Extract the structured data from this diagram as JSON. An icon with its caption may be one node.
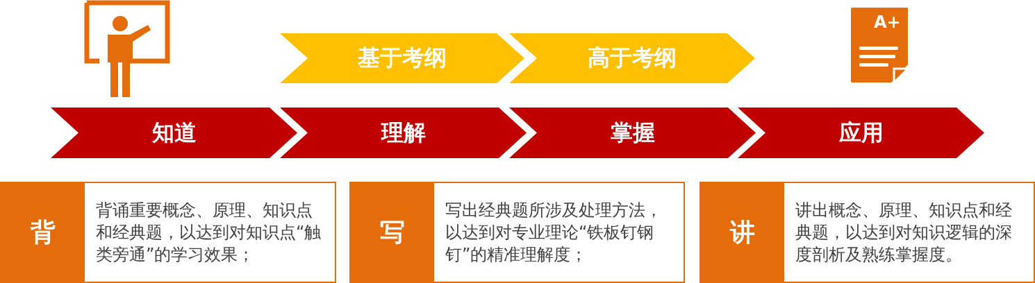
{
  "diagram": {
    "nodes": [
      {
        "text": [
          "基于考纲"
        ]
      },
      {
        "text": [
          "高于考纲"
        ]
      },
      {
        "text": [
          "知道"
        ]
      },
      {
        "text": [
          "理解"
        ]
      },
      {
        "text": [
          "掌握"
        ]
      },
      {
        "text": [
          "应用"
        ]
      },
      {
        "text": [
          "背",
          "背诵重要概念、原理、知识点和经典题，以达到对知识点“触类旁通”的学习效果；"
        ]
      },
      {
        "text": [
          "写",
          "写出经典题所涉及处理方法，以达到对专业理论“铁板钉钢钉”的精准理解度；"
        ]
      },
      {
        "text": [
          "讲",
          "讲出概念、原理、知识点和经典题，以达到对知识逻辑的深度剖析及熟练掌握度。"
        ]
      }
    ],
    "labels": [
      "A+"
    ]
  }
}
